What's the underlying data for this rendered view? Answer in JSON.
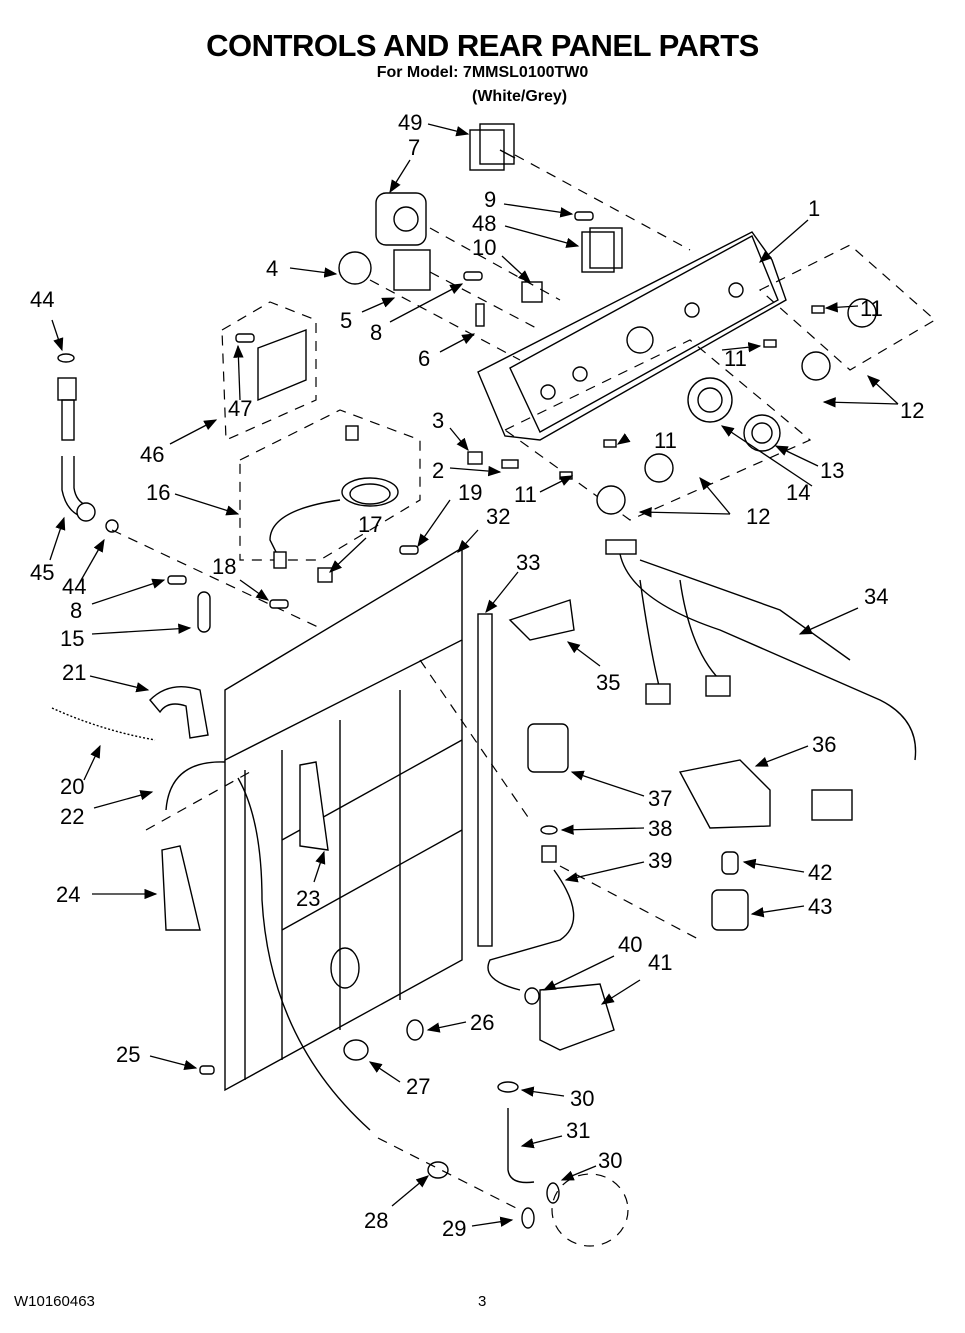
{
  "header": {
    "title": "CONTROLS AND REAR PANEL PARTS",
    "model_line": "For Model: 7MMSL0100TW0",
    "color_note": "(White/Grey)"
  },
  "footer": {
    "document_number": "W10160463",
    "page_number": "3"
  },
  "callouts": [
    {
      "id": "c49",
      "text": "49"
    },
    {
      "id": "c7",
      "text": "7"
    },
    {
      "id": "c9",
      "text": "9"
    },
    {
      "id": "c48",
      "text": "48"
    },
    {
      "id": "c10",
      "text": "10"
    },
    {
      "id": "c1",
      "text": "1"
    },
    {
      "id": "c4",
      "text": "4"
    },
    {
      "id": "c5",
      "text": "5"
    },
    {
      "id": "c8a",
      "text": "8"
    },
    {
      "id": "c6",
      "text": "6"
    },
    {
      "id": "c11a",
      "text": "11"
    },
    {
      "id": "c11b",
      "text": "11"
    },
    {
      "id": "c12a",
      "text": "12"
    },
    {
      "id": "c44a",
      "text": "44"
    },
    {
      "id": "c47",
      "text": "47"
    },
    {
      "id": "c46",
      "text": "46"
    },
    {
      "id": "c3",
      "text": "3"
    },
    {
      "id": "c11c",
      "text": "11"
    },
    {
      "id": "c13",
      "text": "13"
    },
    {
      "id": "c2",
      "text": "2"
    },
    {
      "id": "c16",
      "text": "16"
    },
    {
      "id": "c19",
      "text": "19"
    },
    {
      "id": "c11d",
      "text": "11"
    },
    {
      "id": "c14",
      "text": "14"
    },
    {
      "id": "c32",
      "text": "32"
    },
    {
      "id": "c12b",
      "text": "12"
    },
    {
      "id": "c17",
      "text": "17"
    },
    {
      "id": "c45",
      "text": "45"
    },
    {
      "id": "c44b",
      "text": "44"
    },
    {
      "id": "c18",
      "text": "18"
    },
    {
      "id": "c33",
      "text": "33"
    },
    {
      "id": "c34",
      "text": "34"
    },
    {
      "id": "c8b",
      "text": "8"
    },
    {
      "id": "c15",
      "text": "15"
    },
    {
      "id": "c21",
      "text": "21"
    },
    {
      "id": "c35",
      "text": "35"
    },
    {
      "id": "c36",
      "text": "36"
    },
    {
      "id": "c20",
      "text": "20"
    },
    {
      "id": "c22",
      "text": "22"
    },
    {
      "id": "c37",
      "text": "37"
    },
    {
      "id": "c38",
      "text": "38"
    },
    {
      "id": "c39",
      "text": "39"
    },
    {
      "id": "c42",
      "text": "42"
    },
    {
      "id": "c24",
      "text": "24"
    },
    {
      "id": "c23",
      "text": "23"
    },
    {
      "id": "c43",
      "text": "43"
    },
    {
      "id": "c40",
      "text": "40"
    },
    {
      "id": "c41",
      "text": "41"
    },
    {
      "id": "c26",
      "text": "26"
    },
    {
      "id": "c25",
      "text": "25"
    },
    {
      "id": "c27",
      "text": "27"
    },
    {
      "id": "c30a",
      "text": "30"
    },
    {
      "id": "c31",
      "text": "31"
    },
    {
      "id": "c30b",
      "text": "30"
    },
    {
      "id": "c28",
      "text": "28"
    },
    {
      "id": "c29",
      "text": "29"
    }
  ]
}
